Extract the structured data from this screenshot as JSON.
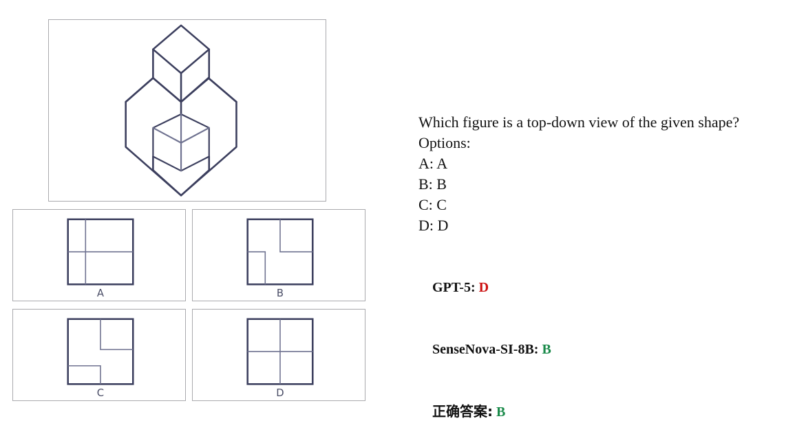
{
  "question": {
    "prompt": "Which figure is a top-down view of the given shape?",
    "options_header": "Options:",
    "options": [
      "A: A",
      "B: B",
      "C: C",
      "D: D"
    ]
  },
  "answers": {
    "rows": [
      {
        "label": "GPT-5:",
        "value": "D",
        "color": "#cc1111",
        "cjk": false
      },
      {
        "label": "SenseNova-SI-8B:",
        "value": "B",
        "color": "#1a8a4a",
        "cjk": false
      },
      {
        "label": "正确答案:",
        "value": "B",
        "color": "#1a8a4a",
        "cjk": true
      }
    ]
  },
  "figure": {
    "main_panel_caption": "",
    "line_color": "#3c3f5e",
    "thin_line_color": "#6f7290",
    "panel_border_color": "#a9a9ad",
    "options": [
      {
        "id": "A",
        "label": "A"
      },
      {
        "id": "B",
        "label": "B"
      },
      {
        "id": "C",
        "label": "C"
      },
      {
        "id": "D",
        "label": "D"
      }
    ]
  },
  "chart_data": {
    "type": "diagram",
    "title": "Top-down view multiple choice question",
    "main_figure": {
      "description": "Isometric drawing: large cube with a quarter notch cut from the front corner, and a smaller cube resting on the rear-left top face",
      "projection": "isometric"
    },
    "option_figures": [
      {
        "id": "A",
        "description": "Square divided by one full vertical line at 27% from left and one full horizontal line at 50% height"
      },
      {
        "id": "B",
        "description": "Square with vertical line from top edge down to mid-height at 50% width, horizontal line from that point to right edge at 50% height, plus lower-left notch: horizontal from left edge at 50% height to 27% width then vertical down to bottom edge"
      },
      {
        "id": "C",
        "description": "Square with vertical line from top edge down to 47% at 50% width, horizontal from that point to right edge, plus lower-left rectangle: horizontal from left edge at 72% height to 50% width then vertical down to bottom edge"
      },
      {
        "id": "D",
        "description": "Square divided into four equal quadrants by one full vertical and one full horizontal center line"
      }
    ]
  }
}
